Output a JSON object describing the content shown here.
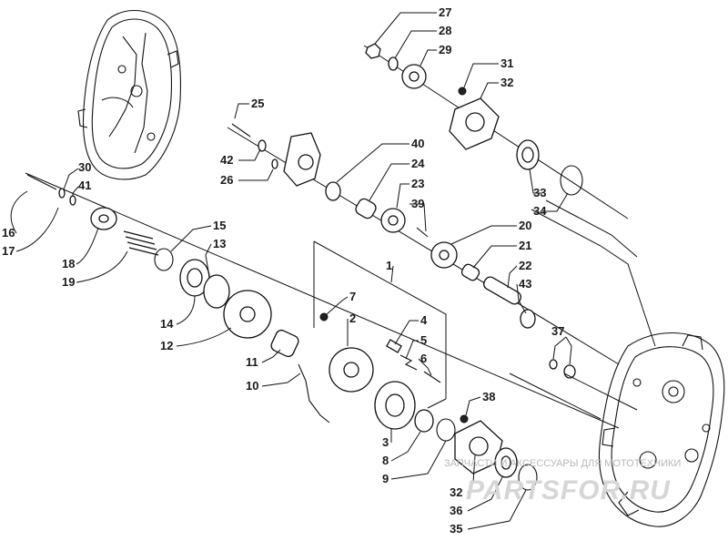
{
  "labels": [
    {
      "id": "27",
      "text": "27"
    },
    {
      "id": "28",
      "text": "28"
    },
    {
      "id": "29",
      "text": "29"
    },
    {
      "id": "31",
      "text": "31"
    },
    {
      "id": "32a",
      "text": "32"
    },
    {
      "id": "25",
      "text": "25"
    },
    {
      "id": "42",
      "text": "42"
    },
    {
      "id": "26",
      "text": "26"
    },
    {
      "id": "40",
      "text": "40"
    },
    {
      "id": "24",
      "text": "24"
    },
    {
      "id": "23",
      "text": "23"
    },
    {
      "id": "39",
      "text": "39"
    },
    {
      "id": "33",
      "text": "33"
    },
    {
      "id": "34",
      "text": "34"
    },
    {
      "id": "30",
      "text": "30"
    },
    {
      "id": "41",
      "text": "41"
    },
    {
      "id": "16",
      "text": "16"
    },
    {
      "id": "17",
      "text": "17"
    },
    {
      "id": "18",
      "text": "18"
    },
    {
      "id": "19",
      "text": "19"
    },
    {
      "id": "15",
      "text": "15"
    },
    {
      "id": "13",
      "text": "13"
    },
    {
      "id": "20",
      "text": "20"
    },
    {
      "id": "21",
      "text": "21"
    },
    {
      "id": "22",
      "text": "22"
    },
    {
      "id": "43",
      "text": "43"
    },
    {
      "id": "1",
      "text": "1"
    },
    {
      "id": "7",
      "text": "7"
    },
    {
      "id": "2",
      "text": "2"
    },
    {
      "id": "14",
      "text": "14"
    },
    {
      "id": "12",
      "text": "12"
    },
    {
      "id": "4",
      "text": "4"
    },
    {
      "id": "5",
      "text": "5"
    },
    {
      "id": "6",
      "text": "6"
    },
    {
      "id": "37",
      "text": "37"
    },
    {
      "id": "11",
      "text": "11"
    },
    {
      "id": "10",
      "text": "10"
    },
    {
      "id": "38",
      "text": "38"
    },
    {
      "id": "3",
      "text": "3"
    },
    {
      "id": "8",
      "text": "8"
    },
    {
      "id": "9",
      "text": "9"
    },
    {
      "id": "32b",
      "text": "32"
    },
    {
      "id": "36",
      "text": "36"
    },
    {
      "id": "35",
      "text": "35"
    }
  ],
  "watermark": {
    "tagline": "ЗАПЧАСТИ И АКСЕССУАРЫ ДЛЯ МОТОТЕХНИКИ",
    "logo": "PARTSFOR.RU"
  }
}
